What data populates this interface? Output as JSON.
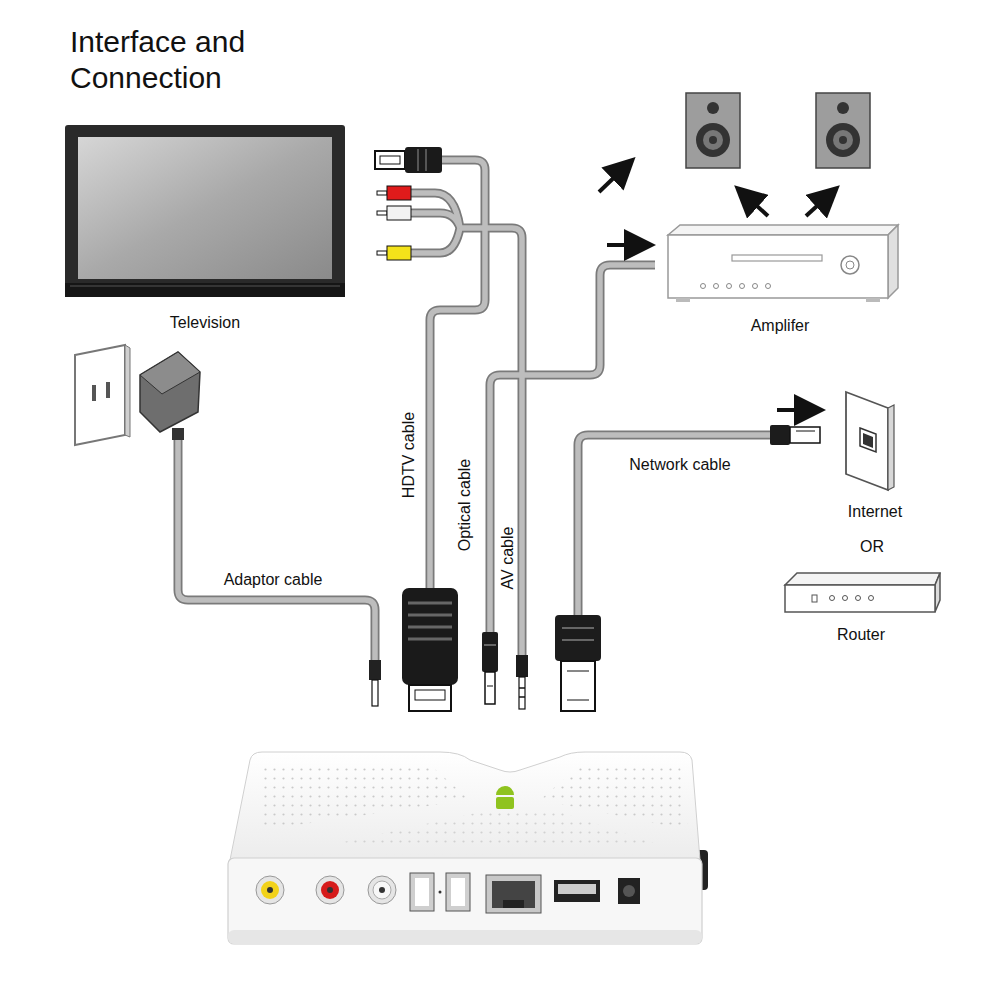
{
  "diagram": {
    "title": "Interface and Connection",
    "nodes": [
      {
        "text": [
          "Television"
        ]
      },
      {
        "text": [
          "Amplifer"
        ]
      },
      {
        "text": [
          "Internet"
        ]
      },
      {
        "text": [
          "Router"
        ]
      }
    ],
    "labels": [
      "Adaptor cable",
      "HDTV cable",
      "Optical cable",
      "AV cable",
      "Network cable",
      "OR"
    ]
  }
}
